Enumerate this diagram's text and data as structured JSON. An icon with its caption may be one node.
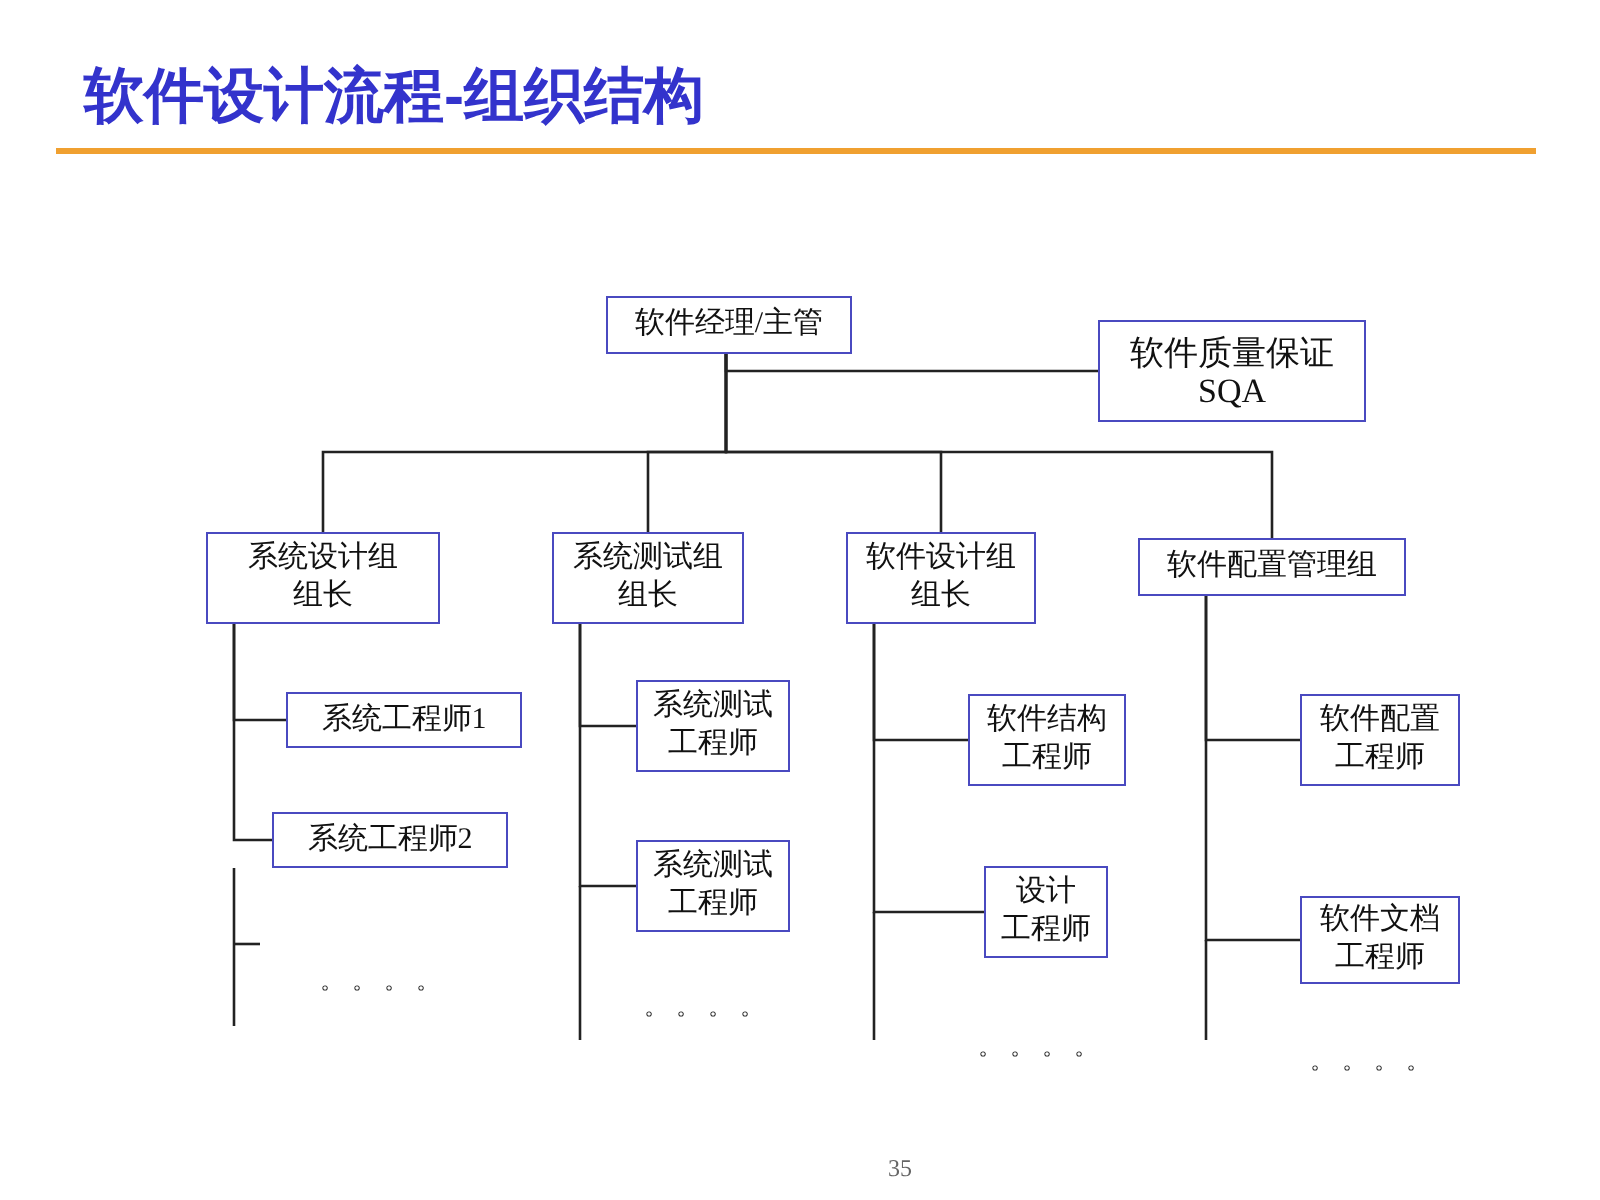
{
  "diagram": {
    "title": "软件设计流程-组织结构",
    "nodes": [
      {
        "text": [
          "软件经理/主管"
        ]
      },
      {
        "text": [
          "软件质量保证",
          "SQA"
        ]
      },
      {
        "text": [
          "系统设计组组长"
        ]
      },
      {
        "text": [
          "系统测试组组长"
        ]
      },
      {
        "text": [
          "软件设计组组长"
        ]
      },
      {
        "text": [
          "软件配置管理组"
        ]
      },
      {
        "text": [
          "系统工程师1"
        ]
      },
      {
        "text": [
          "系统工程师2"
        ]
      },
      {
        "text": [
          "系统测试工程师"
        ]
      },
      {
        "text": [
          "系统测试工程师"
        ]
      },
      {
        "text": [
          "软件结构工程师"
        ]
      },
      {
        "text": [
          "设计",
          "工程师"
        ]
      },
      {
        "text": [
          "软件配置工程师"
        ]
      },
      {
        "text": [
          "软件文档工程师"
        ]
      }
    ],
    "edges": [
      {
        "from": 0,
        "to": 1,
        "arrow": "none"
      },
      {
        "from": 0,
        "to": 2,
        "arrow": "none"
      },
      {
        "from": 0,
        "to": 3,
        "arrow": "none"
      },
      {
        "from": 0,
        "to": 4,
        "arrow": "none"
      },
      {
        "from": 0,
        "to": 5,
        "arrow": "none"
      },
      {
        "from": 2,
        "to": 6,
        "arrow": "none"
      },
      {
        "from": 2,
        "to": 7,
        "arrow": "none"
      },
      {
        "from": 3,
        "to": 8,
        "arrow": "none"
      },
      {
        "from": 3,
        "to": 9,
        "arrow": "none"
      },
      {
        "from": 4,
        "to": 10,
        "arrow": "none"
      },
      {
        "from": 4,
        "to": 11,
        "arrow": "none"
      },
      {
        "from": 5,
        "to": 12,
        "arrow": "none"
      },
      {
        "from": 5,
        "to": 13,
        "arrow": "none"
      }
    ],
    "labels": [
      "。。。。",
      "。。。。",
      "。。。。",
      "。。。。",
      "35"
    ]
  }
}
